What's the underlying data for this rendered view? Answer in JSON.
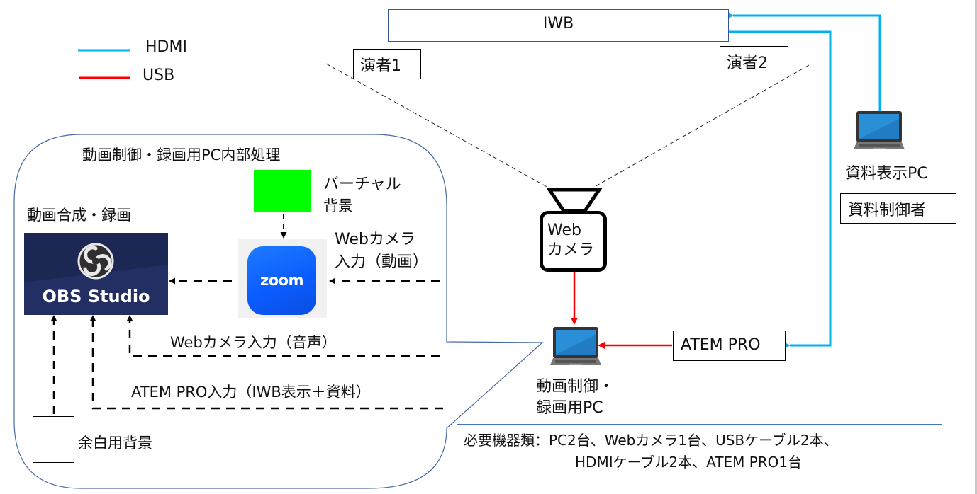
{
  "legend": {
    "items": [
      {
        "label": "HDMI",
        "color": "#00b0f0"
      },
      {
        "label": "USB",
        "color": "#ff0000"
      }
    ]
  },
  "colors": {
    "hdmi": "#00b0f0",
    "usb": "#ff0000",
    "callout_border": "#4a6aa8",
    "virtual_bg": "#00ff00",
    "obs_bg": "#1d2753",
    "zoom_bg": "#0b5cff"
  },
  "iwb": {
    "label": "IWB"
  },
  "presenters": [
    {
      "label": "演者1"
    },
    {
      "label": "演者2"
    }
  ],
  "material_pc": {
    "label": "資料表示PC"
  },
  "material_operator": {
    "label": "資料制御者"
  },
  "webcam": {
    "line1": "Web",
    "line2": "カメラ"
  },
  "atem": {
    "label": "ATEM PRO"
  },
  "recording_pc": {
    "line1": "動画制御・",
    "line2": "録画用PC"
  },
  "internal": {
    "title": "動画制御・録画用PC内部処理",
    "compose_label": "動画合成・録画",
    "obs_label": "OBS Studio",
    "zoom_label": "zoom",
    "virtual_bg_line1": "バーチャル",
    "virtual_bg_line2": "背景",
    "webcam_video_line1": "Webカメラ",
    "webcam_video_line2": "入力（動画）",
    "webcam_audio": "Webカメラ入力（音声）",
    "atem_input": "ATEM PRO入力（IWB表示＋資料）",
    "margin_bg": "余白用背景"
  },
  "requirements": {
    "line1": "必要機器類：PC2台、Webカメラ1台、USBケーブル2本、",
    "line2": "HDMIケーブル2本、ATEM PRO1台"
  }
}
